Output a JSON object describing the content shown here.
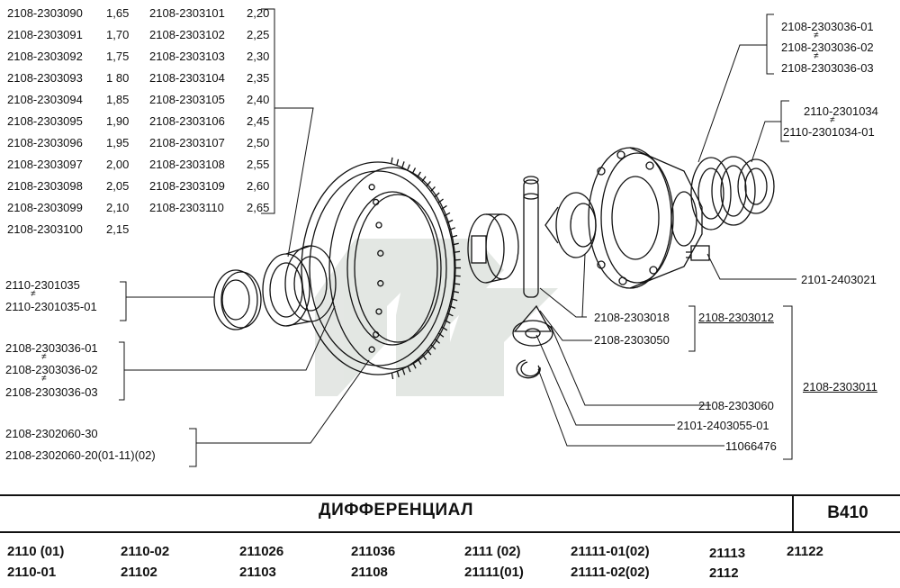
{
  "top_left_table": {
    "col1": [
      {
        "part": "2108-2303090",
        "size": "1,65"
      },
      {
        "part": "2108-2303091",
        "size": "1,70"
      },
      {
        "part": "2108-2303092",
        "size": "1,75"
      },
      {
        "part": "2108-2303093",
        "size": "1 80"
      },
      {
        "part": "2108-2303094",
        "size": "1,85"
      },
      {
        "part": "2108-2303095",
        "size": "1,90"
      },
      {
        "part": "2108-2303096",
        "size": "1,95"
      },
      {
        "part": "2108-2303097",
        "size": "2,00"
      },
      {
        "part": "2108-2303098",
        "size": "2,05"
      },
      {
        "part": "2108-2303099",
        "size": "2,10"
      },
      {
        "part": "2108-2303100",
        "size": "2,15"
      }
    ],
    "col2": [
      {
        "part": "2108-2303101",
        "size": "2,20"
      },
      {
        "part": "2108-2303102",
        "size": "2,25"
      },
      {
        "part": "2108-2303103",
        "size": "2,30"
      },
      {
        "part": "2108-2303104",
        "size": "2,35"
      },
      {
        "part": "2108-2303105",
        "size": "2,40"
      },
      {
        "part": "2108-2303106",
        "size": "2,45"
      },
      {
        "part": "2108-2303107",
        "size": "2,50"
      },
      {
        "part": "2108-2303108",
        "size": "2,55"
      },
      {
        "part": "2108-2303109",
        "size": "2,60"
      },
      {
        "part": "2108-2303110",
        "size": "2,65"
      }
    ]
  },
  "left_labels": {
    "seal": [
      "2110-2301035",
      "2110-2301035-01"
    ],
    "bearing": [
      "2108-2303036-01",
      "2108-2303036-02",
      "2108-2303036-03"
    ],
    "gear": [
      "2108-2302060-30",
      "2108-2302060-20(01-11)(02)"
    ],
    "neq": "≠"
  },
  "right_labels": {
    "bearing": [
      "2108-2303036-01",
      "2108-2303036-02",
      "2108-2303036-03"
    ],
    "seal": [
      "2110-2301034",
      "2110-2301034-01"
    ],
    "bolt": "2101-2403021",
    "axle": "2108-2303018",
    "axle_gear": "2108-2303050",
    "assembly": "2108-2303012",
    "housing_assembly": "2108-2303011",
    "satellite": "2108-2303060",
    "washer": "2101-2403055-01",
    "circlip": "11066476"
  },
  "footer": {
    "title": "ДИФФЕРЕНЦИАЛ",
    "code": "B410",
    "models": [
      [
        "2110",
        "(01)"
      ],
      [
        "2110-02"
      ],
      [
        "211026"
      ],
      [
        "211036"
      ],
      [
        "2111  (02)"
      ],
      [
        "21111-01(02)"
      ],
      [
        "21113"
      ],
      [
        "21122"
      ],
      [
        "2110-01"
      ],
      [
        "21102"
      ],
      [
        "21103"
      ],
      [
        "21108"
      ],
      [
        "21111(01)"
      ],
      [
        "21111-02(02)"
      ],
      [
        "2112"
      ]
    ]
  }
}
